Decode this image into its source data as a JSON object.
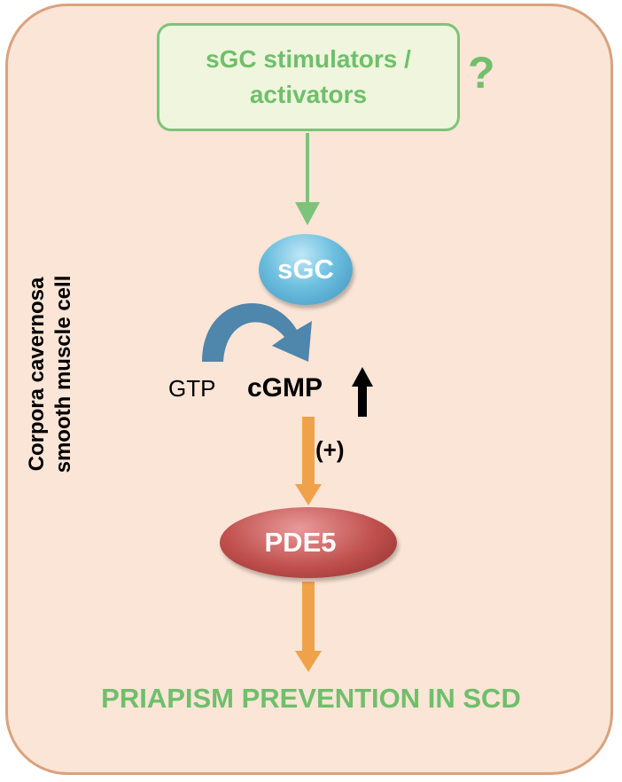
{
  "diagram": {
    "stimulators": {
      "line1": "sGC stimulators /",
      "line2": "activators"
    },
    "question_mark": "?",
    "cell_label": {
      "line1": "Corpora cavernosa",
      "line2": "smooth muscle cell"
    },
    "sgc_label": "sGC",
    "gtp_label": "GTP",
    "cgmp_label": "cGMP",
    "stimulation_label": "(+)",
    "pde5_label": "PDE5",
    "outcome_label": "PRIAPISM PREVENTION IN SCD",
    "colors": {
      "green": "#6fbf6b",
      "box_border": "#7cc47a",
      "cell_fill": "#fbe5d6",
      "cell_border": "#d9a27e",
      "orange_arrow": "#f0a24b",
      "blue_arrow": "#4f86ab",
      "sgc_fill": "#6ec0e0",
      "pde5_fill": "#c0504d"
    }
  }
}
